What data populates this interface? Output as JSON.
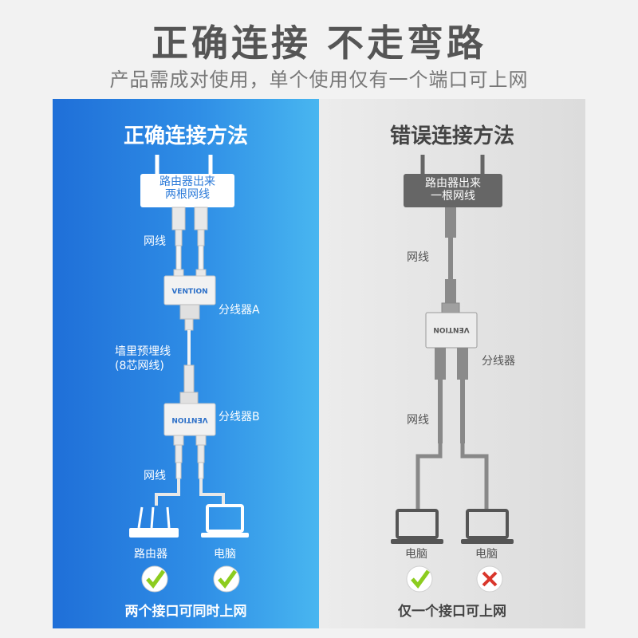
{
  "header": {
    "title": "正确连接  不走弯路",
    "subtitle": "产品需成对使用，单个使用仅有一个端口可上网"
  },
  "correct": {
    "title": "正确连接方法",
    "router_box": [
      "路由器出来",
      "两根网线"
    ],
    "cable_label": "网线",
    "splitter_a": "分线器A",
    "wall_cable": [
      "墙里预埋线",
      "(8芯网线)"
    ],
    "splitter_b": "分线器B",
    "cable_label_2": "网线",
    "device_1": "路由器",
    "device_2": "电脑",
    "brand": "VENTION",
    "footer": "两个接口可同时上网",
    "results": [
      "ok",
      "ok"
    ]
  },
  "wrong": {
    "title": "错误连接方法",
    "router_box": [
      "路由器出来",
      "一根网线"
    ],
    "cable_label": "网线",
    "splitter": "分线器",
    "cable_label_2": "网线",
    "device_1": "电脑",
    "device_2": "电脑",
    "brand": "VENTION",
    "footer": "仅一个接口可上网",
    "results": [
      "ok",
      "fail"
    ]
  },
  "colors": {
    "blue_dark": "#1f6fd8",
    "blue_light": "#48b6f0",
    "check_green": "#8ccc1e",
    "cross_red": "#d9362b"
  }
}
